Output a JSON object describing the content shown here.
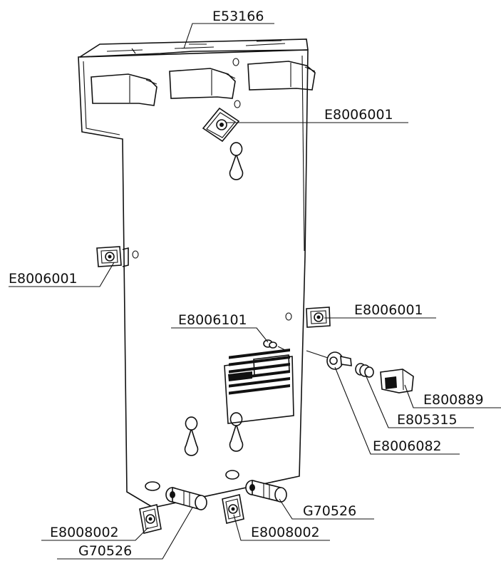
{
  "labels": {
    "top_bracket": "E53166",
    "nut_top": "E8006001",
    "nut_left": "E8006001",
    "nut_right": "E8006001",
    "screw_small": "E8006101",
    "clip": "E800889",
    "spring": "E805315",
    "washer": "E8006082",
    "roller_right": "G70526",
    "roller_left": "G70526",
    "nut_bottom_left": "E8008002",
    "nut_bottom_right": "E8008002"
  },
  "colors": {
    "line": "#111111",
    "background": "#ffffff"
  }
}
